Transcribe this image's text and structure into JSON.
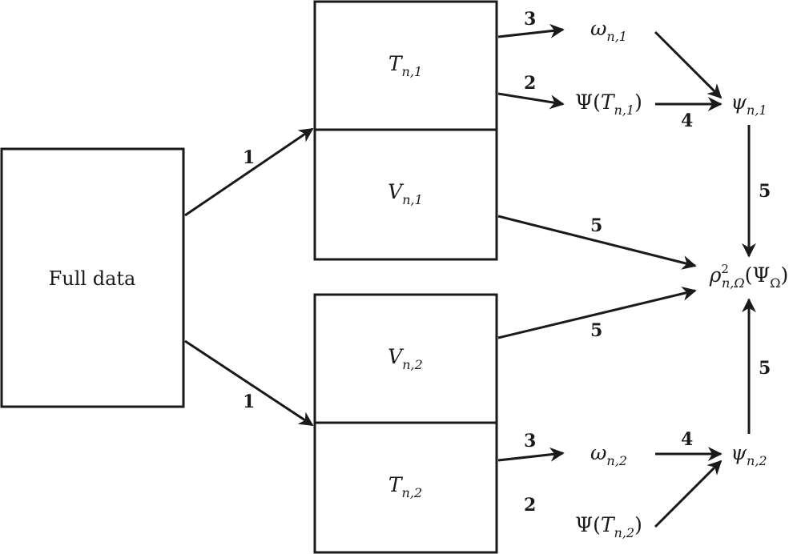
{
  "nodes": {
    "full_data": "Full data",
    "T1": {
      "base": "T",
      "sub": "n,1"
    },
    "V1": {
      "base": "V",
      "sub": "n,1"
    },
    "V2": {
      "base": "V",
      "sub": "n,2"
    },
    "T2": {
      "base": "T",
      "sub": "n,2"
    },
    "omega1": {
      "base": "ω",
      "sub": "n,1"
    },
    "PsiT1": {
      "pre": "Ψ(",
      "base": "T",
      "sub": "n,1",
      "post": ")"
    },
    "psi1": {
      "base": "ψ",
      "sub": "n,1"
    },
    "omega2": {
      "base": "ω",
      "sub": "n,2"
    },
    "PsiT2": {
      "pre": "Ψ(",
      "base": "T",
      "sub": "n,2",
      "post": ")"
    },
    "psi2": {
      "base": "ψ",
      "sub": "n,2"
    },
    "rho": {
      "base": "ρ",
      "sup": "2",
      "sub": "n,Ω",
      "post_pre": "(Ψ",
      "post_sub": "Ω",
      "post_end": ")"
    }
  },
  "edge_labels": {
    "full_to_top": "1",
    "full_to_bottom": "1",
    "T1_to_omega1": "3",
    "T1_to_PsiT1": "2",
    "PsiT1_to_psi1": "4",
    "psi1_to_rho": "5",
    "V1_to_rho": "5",
    "V2_to_rho": "5",
    "psi2_to_rho": "5",
    "T2_to_omega2": "3",
    "omega2_to_psi2": "4",
    "T2_to_PsiT2": "2"
  }
}
